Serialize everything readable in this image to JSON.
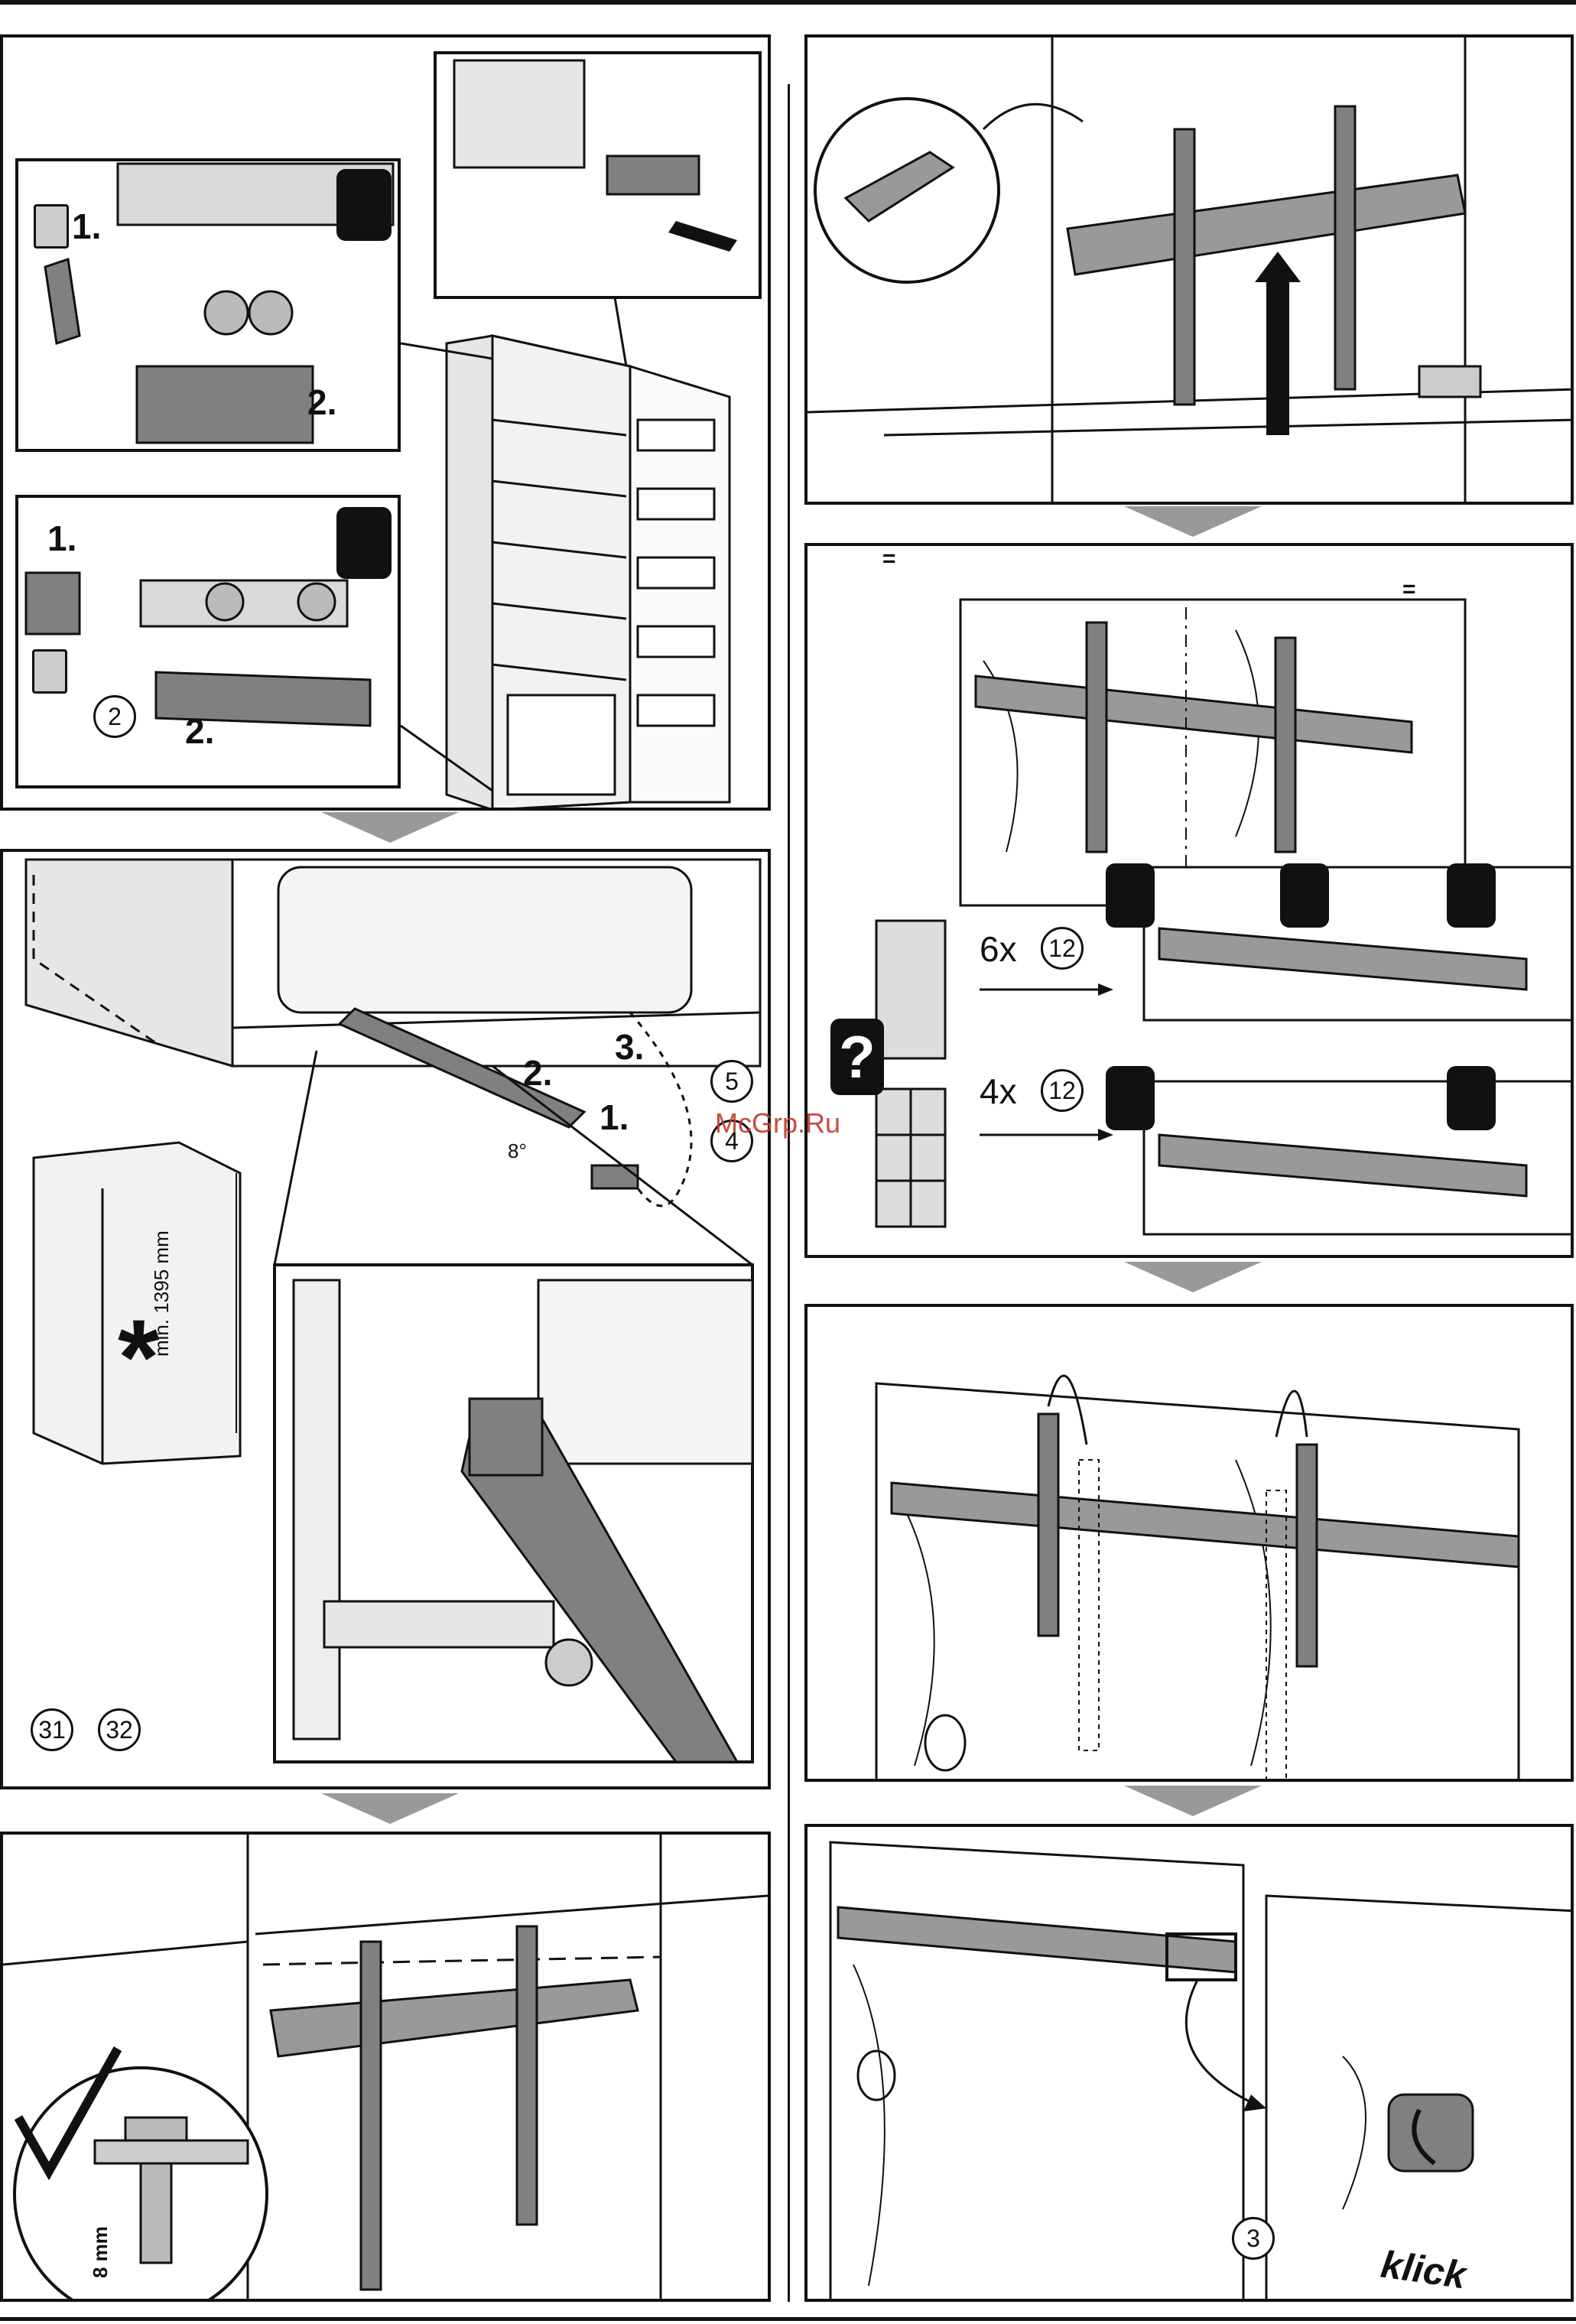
{
  "labels": {
    "step1": "1.",
    "step2": "2.",
    "step3": "3.",
    "qty6": "6x",
    "qty4": "4x",
    "dimension": "min. 1395 mm",
    "screw_height": "8 mm",
    "klick": "klick",
    "asterisk": "*",
    "question": "?",
    "equals": "=",
    "angle": "8°"
  },
  "refs": {
    "r2": "2",
    "r3": "3",
    "r4": "4",
    "r5": "5",
    "r12": "12",
    "r31": "31",
    "r32": "32"
  },
  "watermark": "McGrp.Ru",
  "icons": [
    "recycle-bin-icon",
    "screwdriver-icon",
    "hex-key-icon",
    "check-icon",
    "arrow-up-icon",
    "arrow-down-icon",
    "question-icon"
  ],
  "colors": {
    "line": "#111111",
    "part_gray": "#808080",
    "panel_gray": "#d9d9d9",
    "watermark": "#c0392b"
  }
}
